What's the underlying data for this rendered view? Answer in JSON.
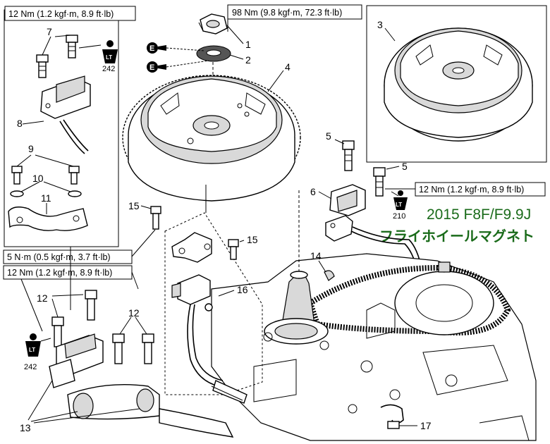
{
  "title": {
    "model": "2015 F8F/F9.9J",
    "subtitle": "フライホイールマグネト"
  },
  "torque_specs": {
    "s1": "12 Nm (1.2 kgf·m, 8.9 ft·lb)",
    "s2": "98 Nm (9.8 kgf·m, 72.3 ft·lb)",
    "s3": "12 Nm (1.2 kgf·m, 8.9 ft·lb)",
    "s4": "5 N·m (0.5 kgf·m, 3.7 ft·lb)",
    "s5": "12 Nm (1.2 kgf·m, 8.9 ft·lb)"
  },
  "loctite": {
    "a_code": "LT",
    "a_num": "242",
    "b_code": "LT",
    "b_num": "210",
    "c_code": "LT",
    "c_num": "242"
  },
  "lubricant": {
    "e1": "E",
    "e2": "E"
  },
  "parts": {
    "p1": "1",
    "p2": "2",
    "p3": "3",
    "p4": "4",
    "p5a": "5",
    "p5b": "5",
    "p6": "6",
    "p7": "7",
    "p8": "8",
    "p9": "9",
    "p10": "10",
    "p11": "11",
    "p12a": "12",
    "p12b": "12",
    "p13": "13",
    "p14": "14",
    "p15a": "15",
    "p15b": "15",
    "p16": "16",
    "p17": "17"
  }
}
